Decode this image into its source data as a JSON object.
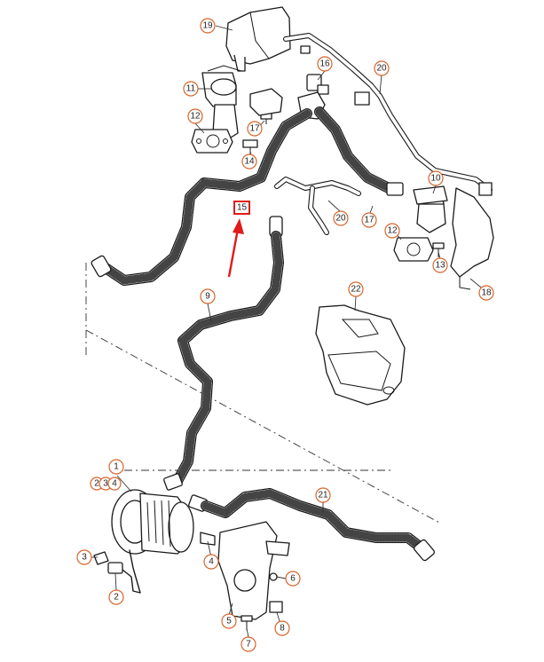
{
  "callouts": [
    {
      "id": "19",
      "label": "19"
    },
    {
      "id": "20",
      "label": "20"
    },
    {
      "id": "16",
      "label": "16"
    },
    {
      "id": "11",
      "label": "11"
    },
    {
      "id": "12a",
      "label": "12"
    },
    {
      "id": "17a",
      "label": "17"
    },
    {
      "id": "14",
      "label": "14"
    },
    {
      "id": "10",
      "label": "10"
    },
    {
      "id": "20b",
      "label": "20"
    },
    {
      "id": "17b",
      "label": "17"
    },
    {
      "id": "12b",
      "label": "12"
    },
    {
      "id": "13",
      "label": "13"
    },
    {
      "id": "18",
      "label": "18"
    },
    {
      "id": "22",
      "label": "22"
    },
    {
      "id": "9",
      "label": "9"
    },
    {
      "id": "1",
      "label": "1"
    },
    {
      "id": "2",
      "label": "2"
    },
    {
      "id": "3",
      "label": "3"
    },
    {
      "id": "4a",
      "label": "4"
    },
    {
      "id": "21",
      "label": "21"
    },
    {
      "id": "3b",
      "label": "3"
    },
    {
      "id": "4b",
      "label": "4"
    },
    {
      "id": "2b",
      "label": "2"
    },
    {
      "id": "6",
      "label": "6"
    },
    {
      "id": "5",
      "label": "5"
    },
    {
      "id": "8",
      "label": "8"
    },
    {
      "id": "7",
      "label": "7"
    }
  ],
  "highlight": {
    "label": "15",
    "color": "#e01b1b"
  },
  "colors": {
    "callout_ring": "#d6642a",
    "linework": "#1a1a1a",
    "arrow": "#e01b1b"
  }
}
